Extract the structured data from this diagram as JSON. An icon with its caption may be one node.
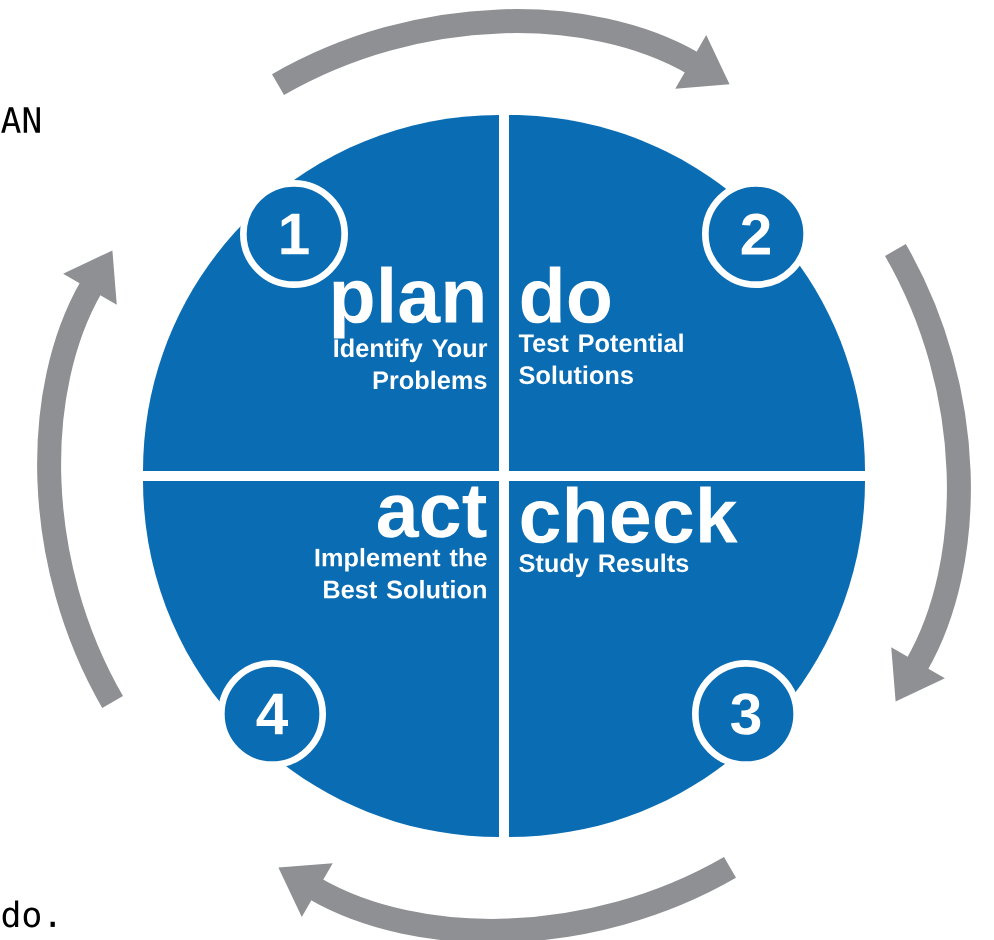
{
  "diagram": {
    "nodes": [
      {
        "text": [
          "plan",
          "Identify Your Problems"
        ]
      },
      {
        "text": [
          "do",
          "Test Potential Solutions"
        ]
      },
      {
        "text": [
          "act",
          "Implement the Best Solution"
        ]
      },
      {
        "text": [
          "check",
          "Study Results"
        ]
      },
      {
        "text": [
          "1"
        ],
        "in": 0
      },
      {
        "text": [
          "2"
        ],
        "in": 1
      },
      {
        "text": [
          "4"
        ],
        "in": 2
      },
      {
        "text": [
          "3"
        ],
        "in": 3
      }
    ],
    "labels": [
      "AN",
      "do."
    ]
  }
}
